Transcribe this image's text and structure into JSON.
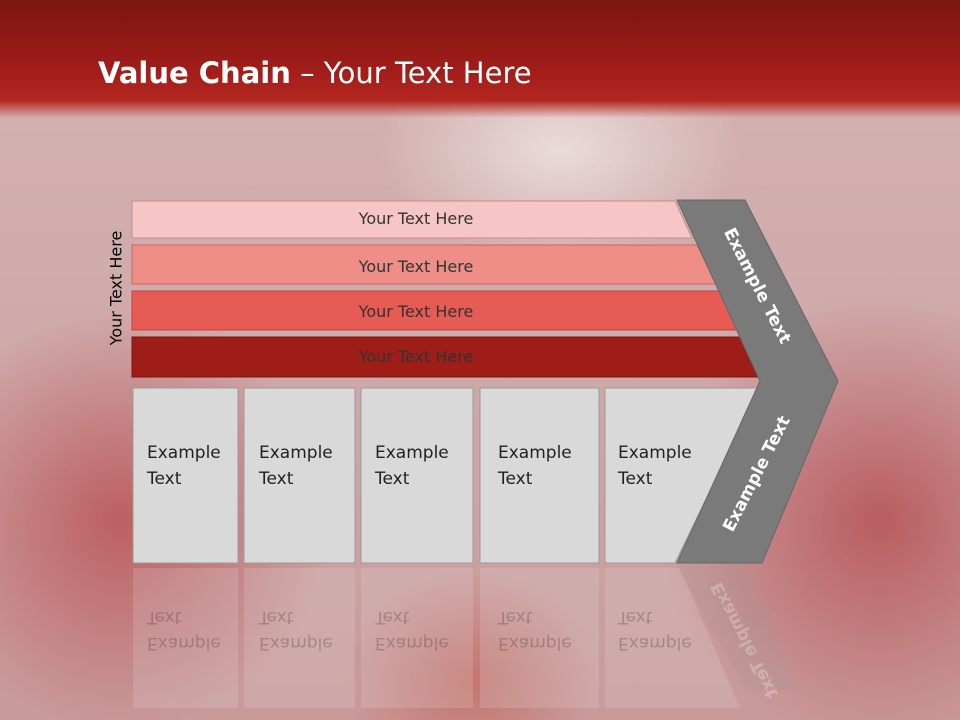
{
  "title": {
    "bold": "Value Chain",
    "rest": " – Your Text Here"
  },
  "side_label": "Your Text Here",
  "bands": [
    {
      "label": "Your Text Here",
      "color": "#f6c5c5",
      "text_color": "#333333"
    },
    {
      "label": "Your Text Here",
      "color": "#ee8e86",
      "text_color": "#333333"
    },
    {
      "label": "Your Text Here",
      "color": "#e65c55",
      "text_color": "#333333"
    },
    {
      "label": "Your Text Here",
      "color": "#9e1d17",
      "text_color": "#333333"
    }
  ],
  "cells": [
    {
      "line1": "Example",
      "line2": "Text"
    },
    {
      "line1": "Example",
      "line2": "Text"
    },
    {
      "line1": "Example",
      "line2": "Text"
    },
    {
      "line1": "Example",
      "line2": "Text"
    },
    {
      "line1": "Example",
      "line2": "Text"
    }
  ],
  "arrow": {
    "upper_label": "Example Text",
    "lower_label": "Example Text",
    "color": "#7a7a7a"
  },
  "colors": {
    "header": "#9e1c18",
    "cell_fill": "#d9d9d9",
    "cell_border": "#9a9a9a"
  }
}
